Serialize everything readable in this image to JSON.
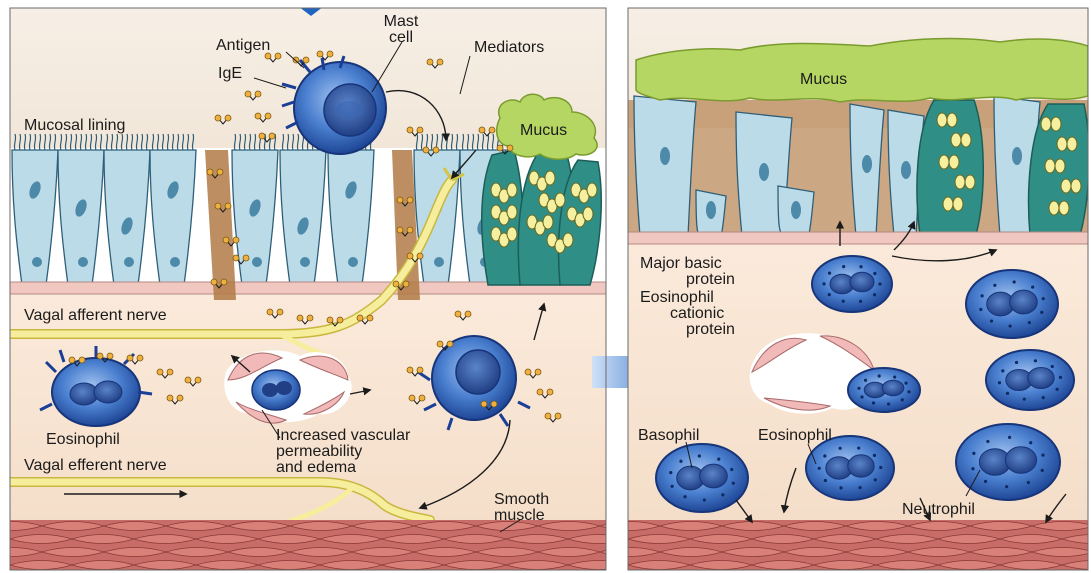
{
  "left_panel": {
    "labels": {
      "mast_cell": [
        "Mast",
        "cell"
      ],
      "antigen": "Antigen",
      "ige": "IgE",
      "mediators": "Mediators",
      "mucosal_lining": "Mucosal lining",
      "mucus": "Mucus",
      "vagal_afferent": "Vagal afferent nerve",
      "eosinophil": "Eosinophil",
      "vascular": [
        "Increased vascular",
        "permeability",
        "and edema"
      ],
      "vagal_efferent": "Vagal efferent nerve",
      "smooth_muscle": [
        "Smooth",
        "muscle"
      ]
    }
  },
  "right_panel": {
    "labels": {
      "mucus": "Mucus",
      "proteins": [
        "Major basic",
        "protein",
        "Eosinophil",
        "cationic",
        "protein"
      ],
      "basophil": "Basophil",
      "eosinophil": "Eosinophil",
      "neutrophil": "Neutrophil"
    }
  },
  "colors": {
    "epithelium": "#b9d9e6",
    "epithelium_outline": "#2f5f78",
    "lamina": "#f6e6d4",
    "cell_blue": "#3d74c6",
    "cell_dark": "#1d3f86",
    "mucus_green": "#a8cf57",
    "muscle_red": "#c05a55",
    "nerve_yellow": "#f4ea8c",
    "arrow_blue": "#1f64c0",
    "gap_brown": "#b07a45"
  }
}
